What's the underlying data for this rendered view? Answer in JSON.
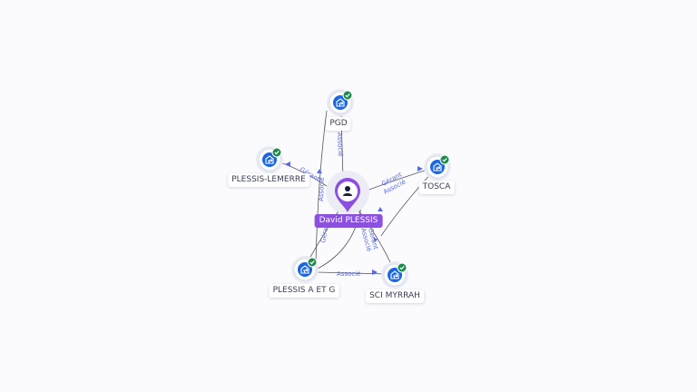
{
  "graph": {
    "center": {
      "name": "David PLESSIS",
      "icon": "person-icon",
      "color": "#8c4fe0"
    },
    "companies": [
      {
        "id": "pgd",
        "name": "PGD",
        "icon": "building-icon",
        "status_icon": "check-badge-icon"
      },
      {
        "id": "tosca",
        "name": "TOSCA",
        "icon": "building-icon",
        "status_icon": "check-badge-icon"
      },
      {
        "id": "plessis-lemerre",
        "name": "PLESSIS-LEMERRE",
        "icon": "building-icon",
        "status_icon": "check-badge-icon"
      },
      {
        "id": "plessis-a-et-g",
        "name": "PLESSIS A ET G",
        "icon": "building-icon",
        "status_icon": "check-badge-icon"
      },
      {
        "id": "sci-myrrah",
        "name": "SCI MYRRAH",
        "icon": "building-icon",
        "status_icon": "check-badge-icon"
      }
    ],
    "edge_labels": {
      "pgd": "Associé",
      "tosca_1": "Gérant",
      "tosca_2": "Associé",
      "plessis_lemerre": "Gérant",
      "plessis_a_et_g_1": "Associé",
      "plessis_a_et_g_2": "Gérant",
      "myrrah_1": "Gérant",
      "myrrah_2": "Associé",
      "a_et_g_to_myrrah": "Associé"
    },
    "colors": {
      "company_blue": "#1a66e0",
      "check_green": "#1f8a4c",
      "edge": "#4a4a55",
      "edge_label": "#5a6ad8"
    }
  }
}
